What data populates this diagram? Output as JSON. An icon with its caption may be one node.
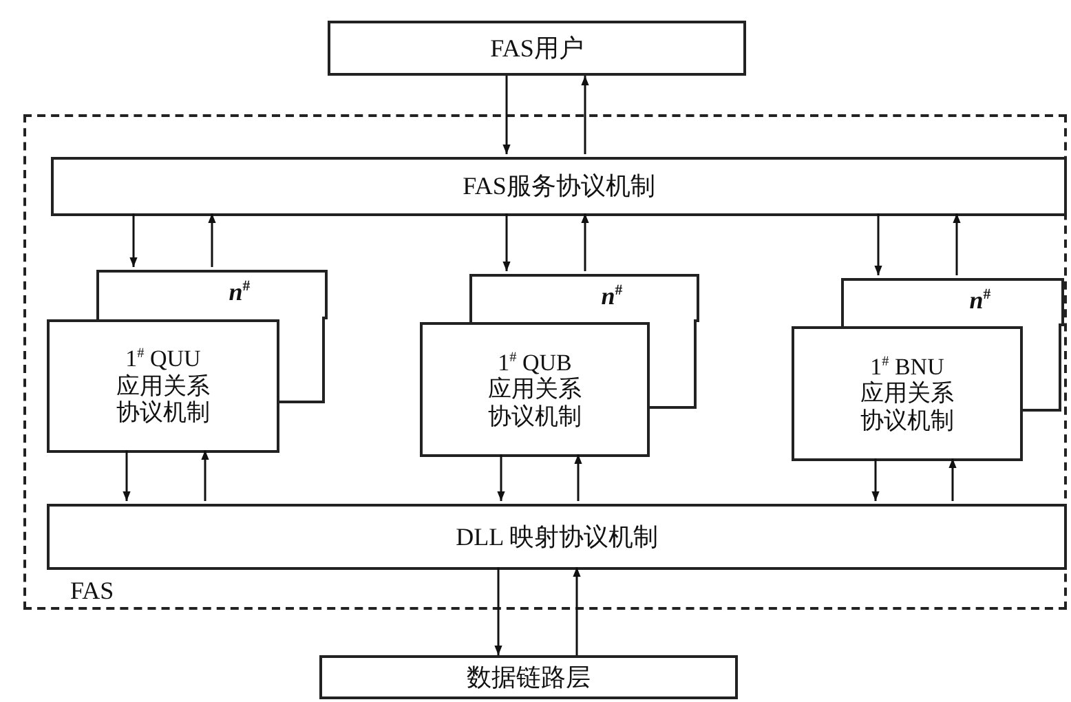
{
  "diagram": {
    "nodes": [
      {
        "text": [
          "FAS用户"
        ]
      },
      {
        "text": [
          "FAS"
        ]
      },
      {
        "text": [
          "FAS服务协议机制"
        ],
        "in": 1
      },
      {
        "text": [
          "*n*$^{#}$"
        ],
        "in": 1
      },
      {
        "text": [
          "1$^{#}$ QUU",
          "应用关系协议机制"
        ],
        "in": 1
      },
      {
        "text": [
          "*n*$^{#}$"
        ],
        "in": 1
      },
      {
        "text": [
          "1$^{#}$ QUB",
          "应用关系协议机制"
        ],
        "in": 1
      },
      {
        "text": [
          "*n*$^{#}$"
        ],
        "in": 1
      },
      {
        "text": [
          "1$^{#}$ BNU",
          "应用关系协议机制"
        ],
        "in": 1
      },
      {
        "text": [
          "DLL 映射协议机制"
        ],
        "in": 1
      },
      {
        "text": [
          "数据链路层"
        ]
      }
    ],
    "edges": [
      {
        "from": 0,
        "to": 2,
        "arrow": "to"
      },
      {
        "from": 2,
        "to": 0,
        "arrow": "to"
      },
      {
        "from": 2,
        "to": 3,
        "arrow": "to"
      },
      {
        "from": 3,
        "to": 2,
        "arrow": "to"
      },
      {
        "from": 2,
        "to": 5,
        "arrow": "to"
      },
      {
        "from": 5,
        "to": 2,
        "arrow": "to"
      },
      {
        "from": 2,
        "to": 7,
        "arrow": "to"
      },
      {
        "from": 7,
        "to": 2,
        "arrow": "to"
      },
      {
        "from": 4,
        "to": 9,
        "arrow": "to"
      },
      {
        "from": 9,
        "to": 4,
        "arrow": "to"
      },
      {
        "from": 6,
        "to": 9,
        "arrow": "to"
      },
      {
        "from": 9,
        "to": 6,
        "arrow": "to"
      },
      {
        "from": 8,
        "to": 9,
        "arrow": "to"
      },
      {
        "from": 9,
        "to": 8,
        "arrow": "to"
      },
      {
        "from": 9,
        "to": 10,
        "arrow": "to"
      },
      {
        "from": 10,
        "to": 9,
        "arrow": "to"
      }
    ]
  }
}
